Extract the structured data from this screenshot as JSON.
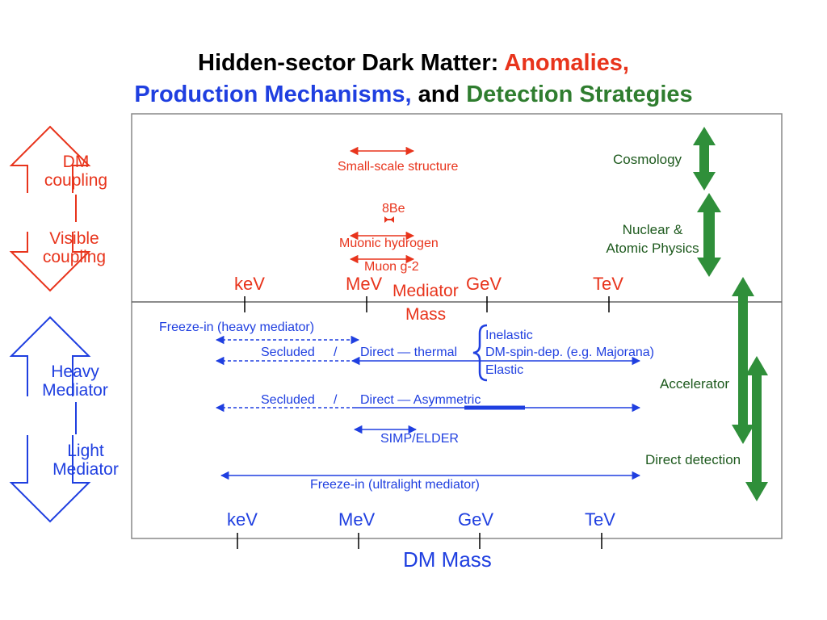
{
  "title": {
    "line1": {
      "part1": "Hidden-sector Dark Matter: ",
      "part2": "Anomalies,"
    },
    "line2": {
      "part1": "Production Mechanisms,",
      "part2": " and ",
      "part3": "Detection Strategies"
    }
  },
  "left_panel": {
    "top": {
      "line1": "DM",
      "line2": "coupling",
      "line3": "Visible",
      "line4": "coupling"
    },
    "bottom": {
      "line1": "Heavy",
      "line2": "Mediator",
      "line3": "Light",
      "line4": "Mediator"
    }
  },
  "mediator_axis": {
    "ticks": [
      "keV",
      "MeV",
      "GeV",
      "TeV"
    ],
    "label_line1": "Mediator",
    "label_line2": "Mass"
  },
  "dm_axis": {
    "ticks": [
      "keV",
      "MeV",
      "GeV",
      "TeV"
    ],
    "label": "DM Mass"
  },
  "anomalies": {
    "small_scale": "Small-scale structure",
    "be8": "8Be",
    "muonic_hydrogen": "Muonic hydrogen",
    "muon_g2": "Muon g-2"
  },
  "production": {
    "freeze_in_heavy": "Freeze-in (heavy mediator)",
    "secluded_1": "Secluded",
    "slash_1": "/",
    "direct_thermal": "Direct — thermal",
    "inelastic": "Inelastic",
    "dm_spin": "DM-spin-dep. (e.g. Majorana)",
    "elastic": "Elastic",
    "secluded_2": "Secluded",
    "slash_2": "/",
    "direct_asym": "Direct — Asymmetric",
    "simp": "SIMP/ELDER",
    "freeze_in_ultralight": "Freeze-in (ultralight mediator)"
  },
  "detection": {
    "cosmology": "Cosmology",
    "nuclear_line1": "Nuclear &",
    "nuclear_line2": "Atomic Physics",
    "accelerator": "Accelerator",
    "direct_detection": "Direct detection"
  },
  "colors": {
    "anomaly": "#e8341c",
    "production": "#1f3fe0",
    "detection": "#2f8f3a",
    "frame": "#888888"
  }
}
